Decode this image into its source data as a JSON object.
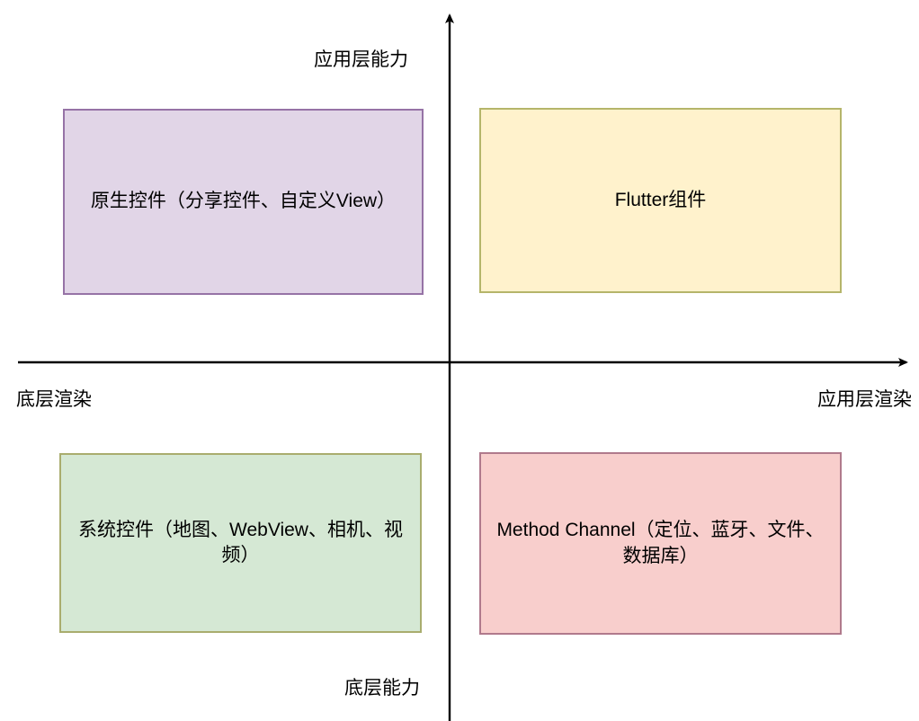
{
  "diagram": {
    "type": "quadrant-matrix",
    "axes": {
      "vertical": {
        "top_label": "应用层能力",
        "bottom_label": "底层能力"
      },
      "horizontal": {
        "left_label": "底层渲染",
        "right_label": "应用层渲染"
      }
    },
    "quadrants": [
      {
        "position": "top-left",
        "label": "原生控件（分享控件、自定义View）",
        "fill": "#e1d5e7",
        "stroke": "#9673a6"
      },
      {
        "position": "top-right",
        "label": "Flutter组件",
        "fill": "#fff2cc",
        "stroke": "#b5b56a"
      },
      {
        "position": "bottom-left",
        "label": "系统控件（地图、WebView、相机、视频）",
        "fill": "#d5e8d4",
        "stroke": "#a9ad6e"
      },
      {
        "position": "bottom-right",
        "label": "Method Channel（定位、蓝牙、文件、数据库）",
        "fill": "#f8cecc",
        "stroke": "#b07a8c"
      }
    ],
    "colors": {
      "background": "#ffffff",
      "axis": "#000000",
      "text": "#000000"
    }
  }
}
